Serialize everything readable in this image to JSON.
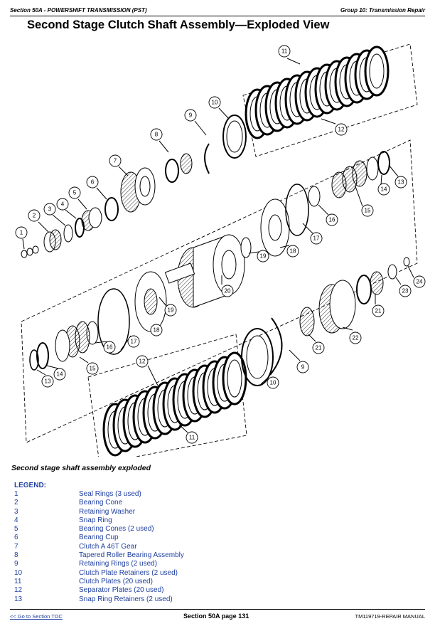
{
  "header": {
    "left": "Section 50A - POWERSHIFT TRANSMISSION (PST)",
    "right": "Group 10: Transmission Repair"
  },
  "title": "Second Stage Clutch Shaft Assembly—Exploded View",
  "diagram": {
    "callouts": [
      "1",
      "2",
      "3",
      "4",
      "5",
      "6",
      "7",
      "8",
      "9",
      "10",
      "11",
      "12",
      "13",
      "14",
      "15",
      "16",
      "17",
      "18",
      "19",
      "20",
      "21",
      "22",
      "23",
      "24"
    ]
  },
  "caption": "Second stage shaft assembly exploded",
  "legend": {
    "title": "LEGEND:",
    "items": [
      {
        "num": "1",
        "desc": "Seal Rings (3 used)"
      },
      {
        "num": "2",
        "desc": "Bearing Cone"
      },
      {
        "num": "3",
        "desc": "Retaining Washer"
      },
      {
        "num": "4",
        "desc": "Snap Ring"
      },
      {
        "num": "5",
        "desc": "Bearing Cones (2 used)"
      },
      {
        "num": "6",
        "desc": "Bearing Cup"
      },
      {
        "num": "7",
        "desc": "Clutch A 46T Gear"
      },
      {
        "num": "8",
        "desc": "Tapered Roller Bearing Assembly"
      },
      {
        "num": "9",
        "desc": "Retaining Rings (2 used)"
      },
      {
        "num": "10",
        "desc": "Clutch Plate Retainers (2 used)"
      },
      {
        "num": "11",
        "desc": "Clutch Plates (20 used)"
      },
      {
        "num": "12",
        "desc": "Separator Plates (20 used)"
      },
      {
        "num": "13",
        "desc": "Snap Ring Retainers (2 used)"
      }
    ]
  },
  "footer": {
    "link": "<< Go to Section TOC",
    "center": "Section 50A page 131",
    "right": "TM119719-REPAIR MANUAL"
  }
}
